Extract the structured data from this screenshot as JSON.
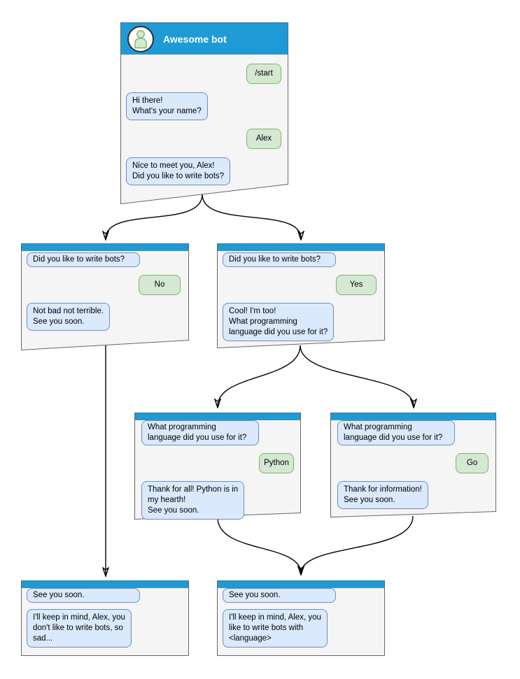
{
  "colors": {
    "header_blue": "#1e9bd7",
    "window_bg": "#f5f5f5",
    "window_border": "#666666",
    "bot_bubble_bg": "#dbe9fc",
    "bot_bubble_border": "#6c8ebf",
    "user_bubble_bg": "#d5e8d4",
    "user_bubble_border": "#82b366",
    "title_text": "#ffffff",
    "connector": "#000000"
  },
  "icons": {
    "avatar": "person-icon"
  },
  "windows": {
    "start": {
      "title": "Awesome bot",
      "messages": [
        {
          "sender": "user",
          "text": "/start"
        },
        {
          "sender": "bot",
          "text": "Hi there!\nWhat's your name?"
        },
        {
          "sender": "user",
          "text": "Alex"
        },
        {
          "sender": "bot",
          "text": "Nice to meet you, Alex!\nDid you like to write bots?"
        }
      ]
    },
    "branch_no": {
      "messages": [
        {
          "sender": "bot",
          "text": "Did you like to write bots?"
        },
        {
          "sender": "user",
          "text": "No"
        },
        {
          "sender": "bot",
          "text": "Not bad not terrible.\nSee you soon."
        }
      ]
    },
    "branch_yes": {
      "messages": [
        {
          "sender": "bot",
          "text": "Did you like to write bots?"
        },
        {
          "sender": "user",
          "text": "Yes"
        },
        {
          "sender": "bot",
          "text": "Cool! I'm too!\nWhat programming\nlanguage did you use for it?"
        }
      ]
    },
    "lang_python": {
      "messages": [
        {
          "sender": "bot",
          "text": "What programming\nlanguage did you use for it?"
        },
        {
          "sender": "user",
          "text": "Python"
        },
        {
          "sender": "bot",
          "text": "Thank for all! Python is in\nmy hearth!\nSee you soon."
        }
      ]
    },
    "lang_go": {
      "messages": [
        {
          "sender": "bot",
          "text": "What programming\nlanguage did you use for it?"
        },
        {
          "sender": "user",
          "text": "Go"
        },
        {
          "sender": "bot",
          "text": "Thank for information!\nSee you soon."
        }
      ]
    },
    "end_no": {
      "messages": [
        {
          "sender": "bot",
          "text": "See you soon."
        },
        {
          "sender": "bot",
          "text": "I'll keep in mind, Alex, you\ndon't like to write bots, so\nsad..."
        }
      ]
    },
    "end_yes": {
      "messages": [
        {
          "sender": "bot",
          "text": "See you soon."
        },
        {
          "sender": "bot",
          "text": "I'll keep in mind, Alex, you\nlike to write bots with\n<language>"
        }
      ]
    }
  }
}
